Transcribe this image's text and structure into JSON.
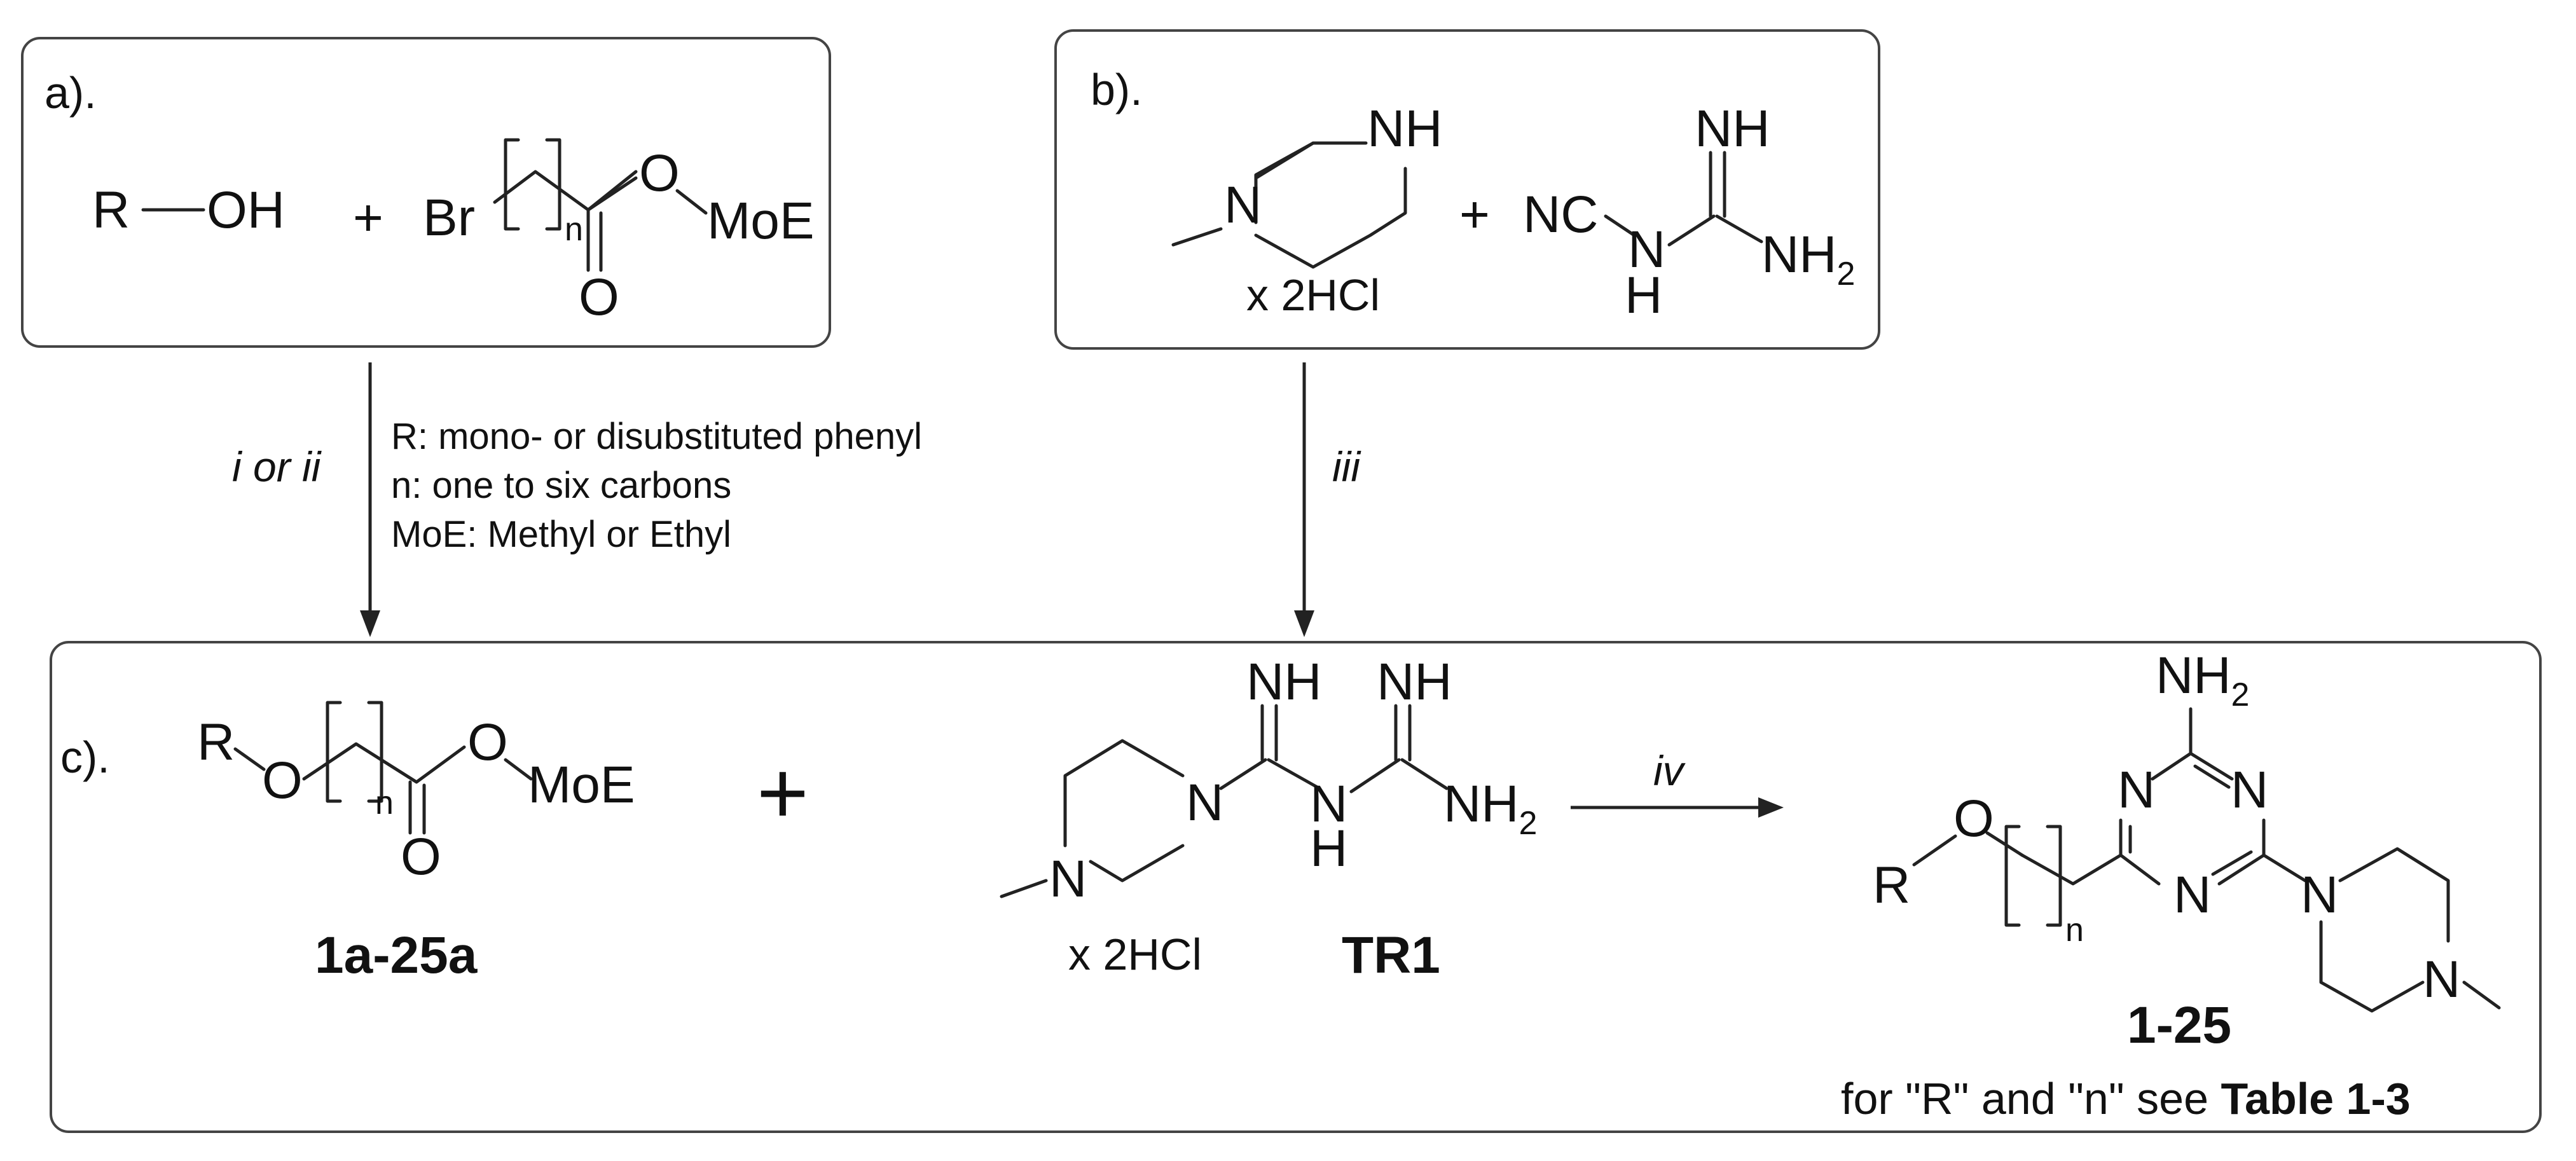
{
  "panels": {
    "a": {
      "label": "a).",
      "plus": "+",
      "r": "R",
      "oh": "OH",
      "br": "Br",
      "n": "n",
      "o1": "O",
      "o2": "O",
      "moe": "MoE"
    },
    "b": {
      "label": "b).",
      "plus": "+",
      "n1": "N",
      "nh": "NH",
      "salt": "x 2HCl",
      "nc": "NC",
      "nh_top": "NH",
      "n_link": "N",
      "h_link": "H",
      "nh2": "NH",
      "nh2_sub": "2"
    },
    "c": {
      "label": "c).",
      "plus": "+",
      "r": "R",
      "o_ether": "O",
      "n": "n",
      "o_ester": "O",
      "o_carbonyl": "O",
      "moe": "MoE",
      "compound_ester": "1a-25a",
      "nh_left": "NH",
      "nh_right": "NH",
      "n_pip_top": "N",
      "n_pip_bottom": "N",
      "n_link": "N",
      "h_link": "H",
      "nh2": "NH",
      "nh2_sub": "2",
      "salt": "x 2HCl",
      "compound_tr1": "TR1",
      "prod_nh2": "NH",
      "prod_nh2_sub": "2",
      "prod_n_top_left": "N",
      "prod_n_top_right": "N",
      "prod_n_bottom": "N",
      "prod_n_pip_top": "N",
      "prod_n_pip_bottom": "N",
      "prod_o": "O",
      "prod_r": "R",
      "prod_n": "n",
      "compound_product": "1-25",
      "footnote_prefix": "for \"R\" and \"n\" see ",
      "footnote_ref": "Table 1-3"
    }
  },
  "conditions": {
    "i_ii": "i or ii",
    "iii": "iii",
    "iv": "iv"
  },
  "legend": [
    "R: mono- or disubstituted phenyl",
    "n: one to six carbons",
    "MoE: Methyl or Ethyl"
  ]
}
